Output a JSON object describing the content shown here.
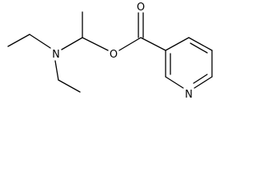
{
  "diagram": {
    "atoms": {
      "n_amine": "N",
      "o_ester": "O",
      "o_carbonyl": "O",
      "n_pyridine": "N"
    },
    "colors": {
      "bond": "#000000",
      "background": "#ffffff"
    }
  }
}
